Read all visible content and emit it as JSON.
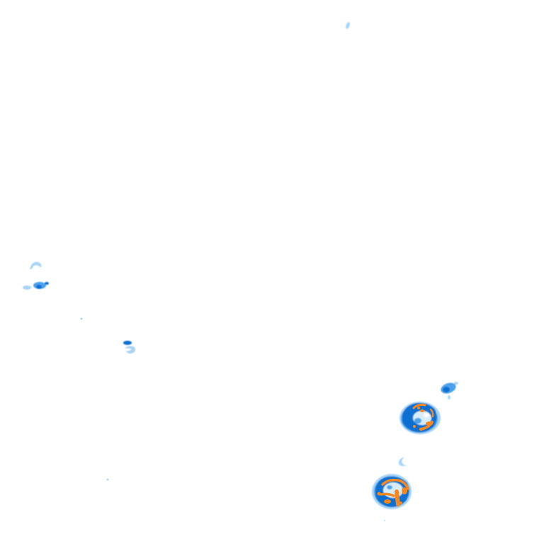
{
  "map": {
    "kind": "weather-radar-overlay",
    "background": "#ffffff",
    "legend_colors": {
      "light": "#a9d4f5",
      "moderate": "#4aa3ea",
      "heavy": "#0a6fd1",
      "intense": "#f5891f"
    },
    "cells": [
      {
        "id": "cell-a",
        "intensity_levels": [
          "light"
        ]
      },
      {
        "id": "cell-b",
        "intensity_levels": [
          "light",
          "moderate",
          "heavy"
        ]
      },
      {
        "id": "cell-c",
        "intensity_levels": [
          "light"
        ]
      },
      {
        "id": "cell-d",
        "intensity_levels": [
          "light",
          "moderate",
          "heavy"
        ]
      },
      {
        "id": "cell-e",
        "intensity_levels": [
          "light",
          "moderate",
          "heavy"
        ]
      },
      {
        "id": "cell-f",
        "intensity_levels": [
          "light",
          "moderate",
          "heavy",
          "intense"
        ]
      },
      {
        "id": "cell-g",
        "intensity_levels": [
          "light"
        ]
      },
      {
        "id": "cell-h",
        "intensity_levels": [
          "light",
          "moderate",
          "heavy",
          "intense"
        ]
      }
    ]
  }
}
